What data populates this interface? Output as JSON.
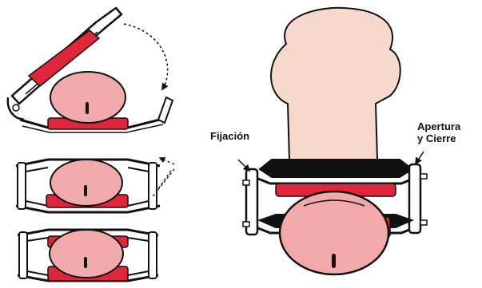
{
  "labels": {
    "fixation": "Fijación",
    "opening_line1": "Apertura",
    "opening_line2": "y Cierre"
  },
  "colors": {
    "skin": "#f6d9cc",
    "glans": "#f2a9ab",
    "red_band": "#e0263a",
    "outline": "#111111",
    "frame_fill": "#ffffff"
  }
}
